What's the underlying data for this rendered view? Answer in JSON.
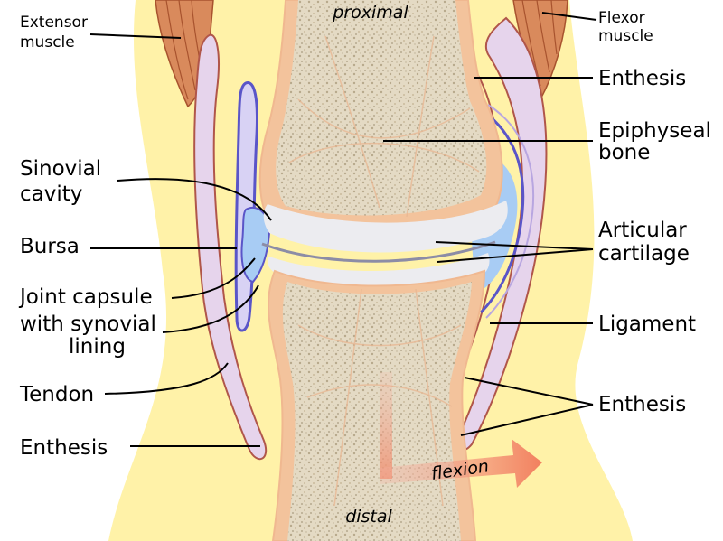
{
  "labels": {
    "proximal": "proximal",
    "distal": "distal",
    "flexion": "flexion",
    "extensor_1": "Extensor",
    "extensor_2": "muscle",
    "flexor_1": "Flexor",
    "flexor_2": "muscle",
    "enthesis_top": "Enthesis",
    "epiphyseal_1": "Epiphyseal",
    "epiphyseal_2": "bone",
    "synovial_cavity_1": "Sinovial",
    "synovial_cavity_2": "cavity",
    "bursa": "Bursa",
    "articular_1": "Articular",
    "articular_2": "cartilage",
    "joint_capsule_1": "Joint capsule",
    "joint_capsule_2": "with synovial",
    "joint_capsule_3": "lining",
    "ligament": "Ligament",
    "tendon": "Tendon",
    "enthesis_right": "Enthesis",
    "enthesis_left": "Enthesis"
  },
  "colors": {
    "skin": "#fff2a8",
    "muscle": "#d98a5c",
    "muscle_fiber": "#a8532e",
    "tendon": "#e6d4ec",
    "tendon_edge": "#b0564a",
    "bone_outline": "#f3c39c",
    "bone_texture": "#e2d8c2",
    "cartilage": "#ececf0",
    "synovial_fluid": "#a8ccf4",
    "capsule_lining": "#5a55c8",
    "flexion_arrow": "#f08a6a"
  }
}
